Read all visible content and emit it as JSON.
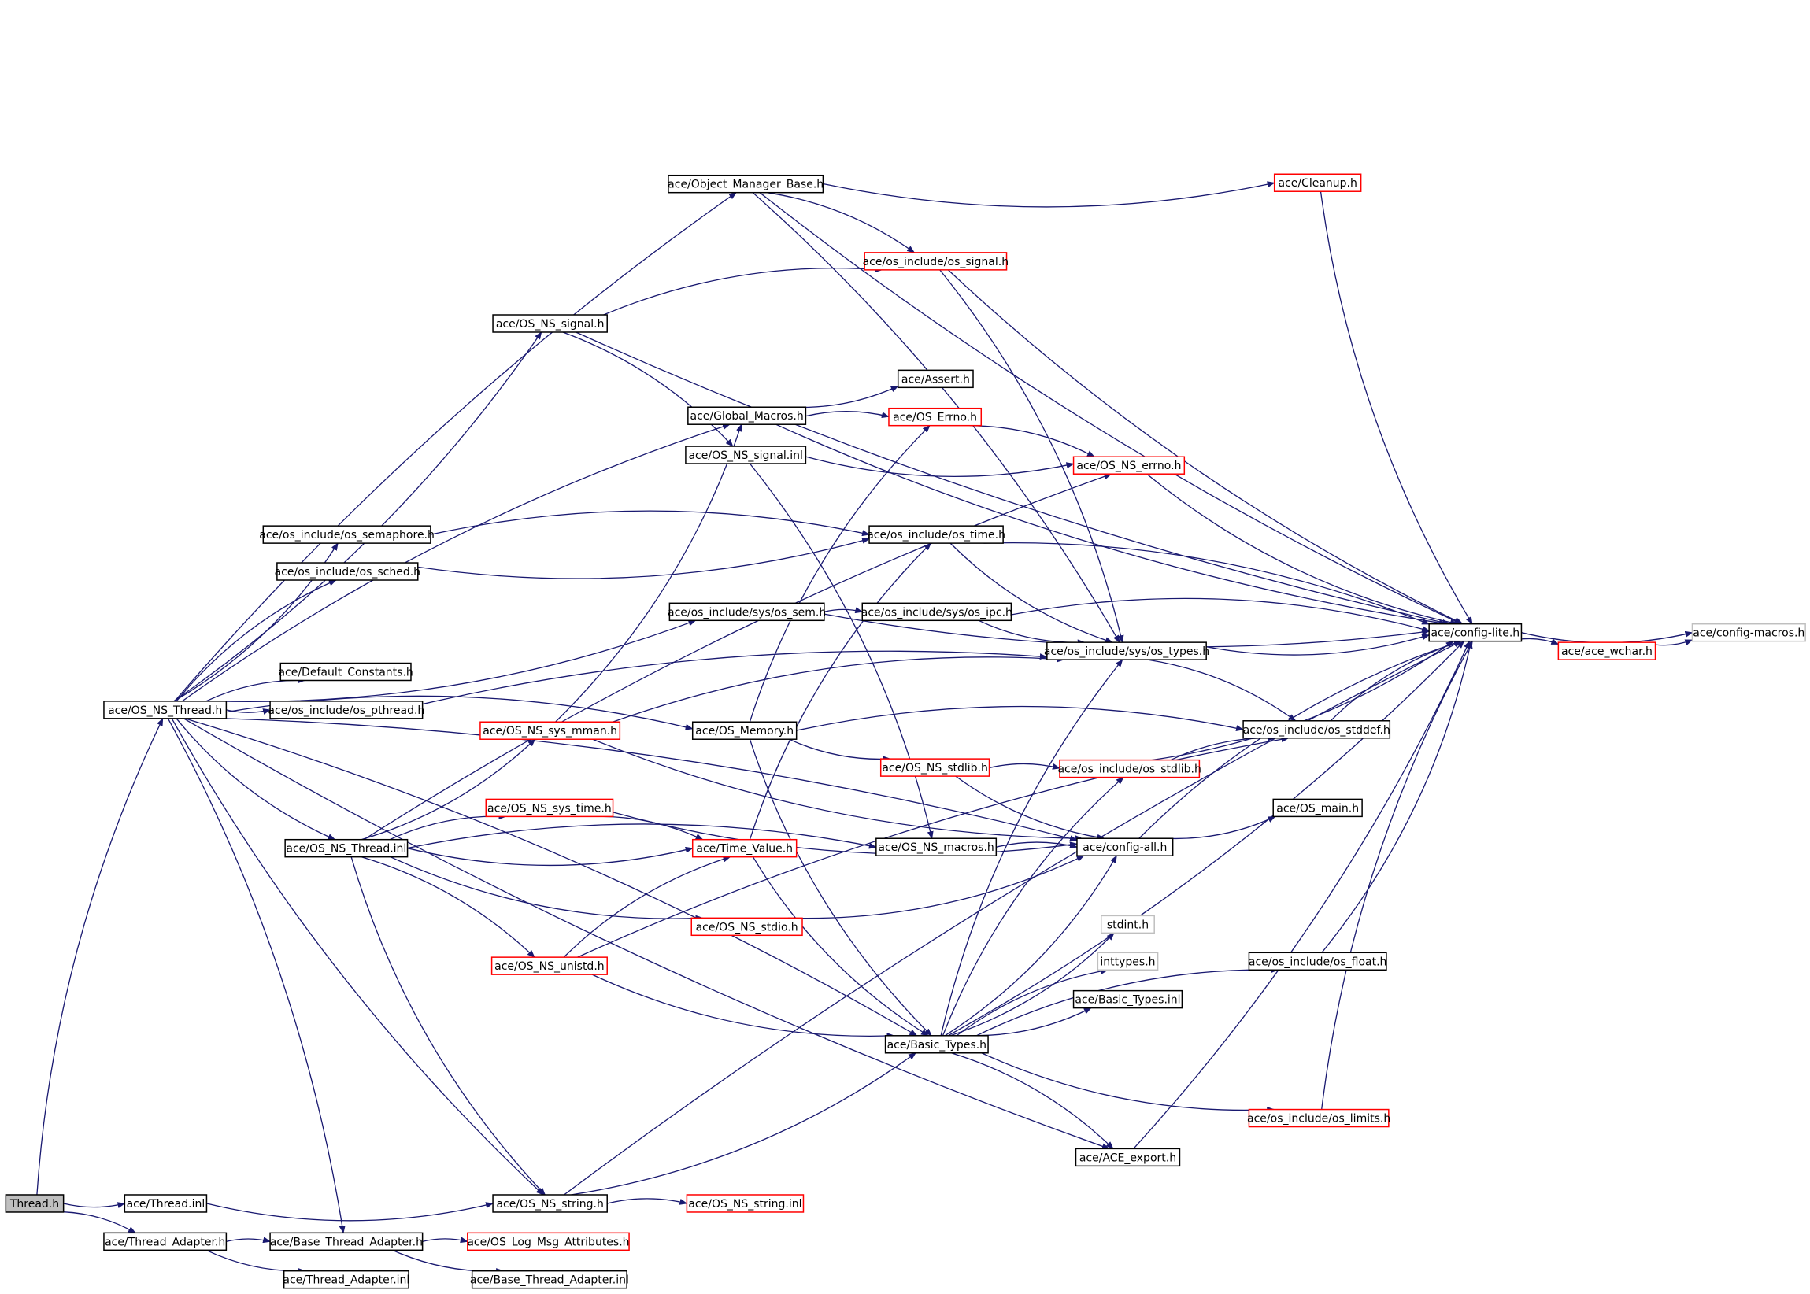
{
  "colors": {
    "edge": "#191970",
    "node_border_default": "#000000",
    "node_border_truncated": "#ff0000",
    "node_border_external": "#bfbfbf",
    "root_fill": "#bfbfbf",
    "node_fill": "#ffffff"
  },
  "nodes": [
    {
      "id": "thread_h",
      "label": "Thread.h",
      "style": "root"
    },
    {
      "id": "thread_inl",
      "label": "ace/Thread.inl",
      "style": "normal"
    },
    {
      "id": "thread_adapter_h",
      "label": "ace/Thread_Adapter.h",
      "style": "normal"
    },
    {
      "id": "os_ns_thread_h",
      "label": "ace/OS_NS_Thread.h",
      "style": "normal"
    },
    {
      "id": "object_manager_base",
      "label": "ace/Object_Manager_Base.h",
      "style": "normal"
    },
    {
      "id": "cleanup",
      "label": "ace/Cleanup.h",
      "style": "truncated"
    },
    {
      "id": "os_signal_h",
      "label": "ace/os_include/os_signal.h",
      "style": "truncated"
    },
    {
      "id": "os_ns_signal_h",
      "label": "ace/OS_NS_signal.h",
      "style": "normal"
    },
    {
      "id": "assert_h",
      "label": "ace/Assert.h",
      "style": "normal"
    },
    {
      "id": "global_macros",
      "label": "ace/Global_Macros.h",
      "style": "normal"
    },
    {
      "id": "os_errno",
      "label": "ace/OS_Errno.h",
      "style": "truncated"
    },
    {
      "id": "os_ns_signal_inl",
      "label": "ace/OS_NS_signal.inl",
      "style": "normal"
    },
    {
      "id": "os_ns_errno",
      "label": "ace/OS_NS_errno.h",
      "style": "truncated"
    },
    {
      "id": "os_semaphore",
      "label": "ace/os_include/os_semaphore.h",
      "style": "normal"
    },
    {
      "id": "os_time",
      "label": "ace/os_include/os_time.h",
      "style": "normal"
    },
    {
      "id": "os_sched",
      "label": "ace/os_include/os_sched.h",
      "style": "normal"
    },
    {
      "id": "os_sem",
      "label": "ace/os_include/sys/os_sem.h",
      "style": "normal"
    },
    {
      "id": "os_ipc",
      "label": "ace/os_include/sys/os_ipc.h",
      "style": "normal"
    },
    {
      "id": "config_lite",
      "label": "ace/config-lite.h",
      "style": "normal"
    },
    {
      "id": "config_macros",
      "label": "ace/config-macros.h",
      "style": "external"
    },
    {
      "id": "ace_wchar",
      "label": "ace/ace_wchar.h",
      "style": "truncated"
    },
    {
      "id": "os_types",
      "label": "ace/os_include/sys/os_types.h",
      "style": "normal"
    },
    {
      "id": "default_constants",
      "label": "ace/Default_Constants.h",
      "style": "normal"
    },
    {
      "id": "os_pthread",
      "label": "ace/os_include/os_pthread.h",
      "style": "normal"
    },
    {
      "id": "os_ns_sys_mman",
      "label": "ace/OS_NS_sys_mman.h",
      "style": "truncated"
    },
    {
      "id": "os_memory",
      "label": "ace/OS_Memory.h",
      "style": "normal"
    },
    {
      "id": "os_stddef",
      "label": "ace/os_include/os_stddef.h",
      "style": "normal"
    },
    {
      "id": "os_ns_stdlib",
      "label": "ace/OS_NS_stdlib.h",
      "style": "truncated"
    },
    {
      "id": "os_stdlib",
      "label": "ace/os_include/os_stdlib.h",
      "style": "truncated"
    },
    {
      "id": "os_main",
      "label": "ace/OS_main.h",
      "style": "normal"
    },
    {
      "id": "os_ns_sys_time",
      "label": "ace/OS_NS_sys_time.h",
      "style": "truncated"
    },
    {
      "id": "os_ns_thread_inl",
      "label": "ace/OS_NS_Thread.inl",
      "style": "normal"
    },
    {
      "id": "time_value",
      "label": "ace/Time_Value.h",
      "style": "truncated"
    },
    {
      "id": "os_ns_macros",
      "label": "ace/OS_NS_macros.h",
      "style": "normal"
    },
    {
      "id": "config_all",
      "label": "ace/config-all.h",
      "style": "normal"
    },
    {
      "id": "os_ns_stdio",
      "label": "ace/OS_NS_stdio.h",
      "style": "truncated"
    },
    {
      "id": "stdint",
      "label": "stdint.h",
      "style": "external"
    },
    {
      "id": "inttypes",
      "label": "inttypes.h",
      "style": "external"
    },
    {
      "id": "os_ns_unistd",
      "label": "ace/OS_NS_unistd.h",
      "style": "truncated"
    },
    {
      "id": "os_float",
      "label": "ace/os_include/os_float.h",
      "style": "normal"
    },
    {
      "id": "basic_types_inl",
      "label": "ace/Basic_Types.inl",
      "style": "normal"
    },
    {
      "id": "basic_types_h",
      "label": "ace/Basic_Types.h",
      "style": "normal"
    },
    {
      "id": "os_limits",
      "label": "ace/os_include/os_limits.h",
      "style": "truncated"
    },
    {
      "id": "ace_export",
      "label": "ace/ACE_export.h",
      "style": "normal"
    },
    {
      "id": "os_ns_string_h",
      "label": "ace/OS_NS_string.h",
      "style": "normal"
    },
    {
      "id": "os_ns_string_inl",
      "label": "ace/OS_NS_string.inl",
      "style": "truncated"
    },
    {
      "id": "base_thread_adapter_h",
      "label": "ace/Base_Thread_Adapter.h",
      "style": "normal"
    },
    {
      "id": "os_log_msg_attributes",
      "label": "ace/OS_Log_Msg_Attributes.h",
      "style": "truncated"
    },
    {
      "id": "thread_adapter_inl",
      "label": "ace/Thread_Adapter.inl",
      "style": "normal"
    },
    {
      "id": "base_thread_adapter_inl",
      "label": "ace/Base_Thread_Adapter.inl",
      "style": "normal"
    }
  ],
  "edges": [
    [
      "thread_h",
      "os_ns_thread_h"
    ],
    [
      "thread_h",
      "thread_inl"
    ],
    [
      "thread_h",
      "thread_adapter_h"
    ],
    [
      "thread_inl",
      "os_ns_string_h"
    ],
    [
      "thread_adapter_h",
      "base_thread_adapter_h"
    ],
    [
      "thread_adapter_h",
      "thread_adapter_inl"
    ],
    [
      "base_thread_adapter_h",
      "os_log_msg_attributes"
    ],
    [
      "base_thread_adapter_h",
      "base_thread_adapter_inl"
    ],
    [
      "os_ns_thread_h",
      "object_manager_base"
    ],
    [
      "os_ns_thread_h",
      "os_ns_signal_h"
    ],
    [
      "os_ns_thread_h",
      "global_macros"
    ],
    [
      "os_ns_thread_h",
      "os_semaphore"
    ],
    [
      "os_ns_thread_h",
      "os_sched"
    ],
    [
      "os_ns_thread_h",
      "os_sem"
    ],
    [
      "os_ns_thread_h",
      "default_constants"
    ],
    [
      "os_ns_thread_h",
      "os_pthread"
    ],
    [
      "os_ns_thread_h",
      "os_memory"
    ],
    [
      "os_ns_thread_h",
      "os_ns_thread_inl"
    ],
    [
      "os_ns_thread_h",
      "basic_types_h"
    ],
    [
      "os_ns_thread_h",
      "ace_export"
    ],
    [
      "os_ns_thread_h",
      "base_thread_adapter_h"
    ],
    [
      "os_ns_thread_h",
      "os_ns_string_h"
    ],
    [
      "os_ns_thread_h",
      "config_all"
    ],
    [
      "object_manager_base",
      "cleanup"
    ],
    [
      "object_manager_base",
      "os_signal_h"
    ],
    [
      "object_manager_base",
      "config_lite"
    ],
    [
      "object_manager_base",
      "os_types"
    ],
    [
      "cleanup",
      "config_lite"
    ],
    [
      "os_ns_signal_h",
      "os_signal_h"
    ],
    [
      "os_ns_signal_h",
      "config_lite"
    ],
    [
      "os_ns_signal_h",
      "os_ns_signal_inl"
    ],
    [
      "os_signal_h",
      "config_lite"
    ],
    [
      "os_signal_h",
      "os_types"
    ],
    [
      "global_macros",
      "assert_h"
    ],
    [
      "global_macros",
      "os_errno"
    ],
    [
      "global_macros",
      "config_lite"
    ],
    [
      "os_errno",
      "os_ns_errno"
    ],
    [
      "os_ns_signal_inl",
      "os_ns_errno"
    ],
    [
      "os_ns_signal_inl",
      "os_ns_macros"
    ],
    [
      "os_ns_errno",
      "config_lite"
    ],
    [
      "os_semaphore",
      "os_time"
    ],
    [
      "os_sched",
      "os_time"
    ],
    [
      "os_time",
      "config_lite"
    ],
    [
      "os_time",
      "os_types"
    ],
    [
      "os_sem",
      "os_ipc"
    ],
    [
      "os_sem",
      "config_lite"
    ],
    [
      "os_ipc",
      "config_lite"
    ],
    [
      "os_ipc",
      "os_types"
    ],
    [
      "os_pthread",
      "os_types"
    ],
    [
      "os_types",
      "config_lite"
    ],
    [
      "os_types",
      "os_stddef"
    ],
    [
      "config_lite",
      "config_macros"
    ],
    [
      "config_lite",
      "ace_wchar"
    ],
    [
      "ace_wchar",
      "config_macros"
    ],
    [
      "os_stddef",
      "config_lite"
    ],
    [
      "os_ns_sys_mman",
      "global_macros"
    ],
    [
      "os_ns_sys_mman",
      "os_types"
    ],
    [
      "os_ns_sys_mman",
      "config_all"
    ],
    [
      "os_memory",
      "os_stddef"
    ],
    [
      "os_memory",
      "os_ns_stdlib"
    ],
    [
      "os_memory",
      "os_errno"
    ],
    [
      "os_memory",
      "basic_types_h"
    ],
    [
      "os_ns_stdlib",
      "os_stdlib"
    ],
    [
      "os_ns_stdlib",
      "config_all"
    ],
    [
      "os_stdlib",
      "os_stddef"
    ],
    [
      "os_stdlib",
      "config_lite"
    ],
    [
      "os_ns_thread_inl",
      "os_ns_errno"
    ],
    [
      "os_ns_thread_inl",
      "os_ns_sys_mman"
    ],
    [
      "os_ns_thread_inl",
      "os_ns_sys_time"
    ],
    [
      "os_ns_thread_inl",
      "time_value"
    ],
    [
      "os_ns_thread_inl",
      "os_ns_macros"
    ],
    [
      "os_ns_thread_inl",
      "os_ns_stdio"
    ],
    [
      "os_ns_thread_inl",
      "os_ns_unistd"
    ],
    [
      "os_ns_thread_inl",
      "os_ns_string_h"
    ],
    [
      "os_ns_sys_time",
      "time_value"
    ],
    [
      "os_ns_sys_time",
      "config_all"
    ],
    [
      "time_value",
      "os_time"
    ],
    [
      "time_value",
      "basic_types_h"
    ],
    [
      "os_ns_macros",
      "config_all"
    ],
    [
      "config_all",
      "os_main"
    ],
    [
      "config_all",
      "config_lite"
    ],
    [
      "os_ns_stdio",
      "config_all"
    ],
    [
      "os_ns_unistd",
      "time_value"
    ],
    [
      "os_ns_unistd",
      "basic_types_h"
    ],
    [
      "os_ns_unistd",
      "os_stddef"
    ],
    [
      "basic_types_h",
      "config_all"
    ],
    [
      "basic_types_h",
      "os_types"
    ],
    [
      "basic_types_h",
      "stdint"
    ],
    [
      "basic_types_h",
      "inttypes"
    ],
    [
      "basic_types_h",
      "basic_types_inl"
    ],
    [
      "basic_types_h",
      "os_float"
    ],
    [
      "basic_types_h",
      "os_limits"
    ],
    [
      "basic_types_h",
      "ace_export"
    ],
    [
      "basic_types_h",
      "config_lite"
    ],
    [
      "basic_types_h",
      "os_stdlib"
    ],
    [
      "os_float",
      "config_lite"
    ],
    [
      "os_limits",
      "config_lite"
    ],
    [
      "ace_export",
      "config_lite"
    ],
    [
      "os_ns_string_h",
      "os_ns_string_inl"
    ],
    [
      "os_ns_string_h",
      "basic_types_h"
    ],
    [
      "os_ns_string_h",
      "config_lite"
    ]
  ]
}
